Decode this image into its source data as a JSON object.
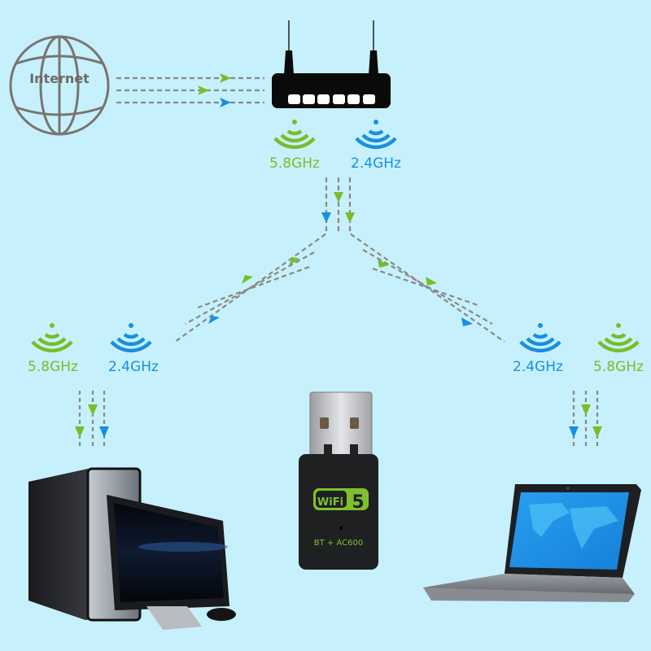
{
  "colors": {
    "background": "#c6f1fc",
    "green": "#78bd2a",
    "blue": "#1a8ee0",
    "dash": "#8c8884",
    "globe": "#7a7470",
    "router": "#0a0a0a"
  },
  "internet": {
    "label": "Internet",
    "icon": "globe-icon"
  },
  "router": {
    "icon": "router-icon",
    "port_count": 6,
    "bands": [
      {
        "label": "5.8GHz",
        "color": "green"
      },
      {
        "label": "2.4GHz",
        "color": "blue"
      }
    ]
  },
  "left_client": {
    "device": "desktop-computer",
    "bands": [
      {
        "label": "5.8GHz",
        "color": "green"
      },
      {
        "label": "2.4GHz",
        "color": "blue"
      }
    ]
  },
  "right_client": {
    "device": "laptop",
    "bands": [
      {
        "label": "2.4GHz",
        "color": "blue"
      },
      {
        "label": "5.8GHz",
        "color": "green"
      }
    ]
  },
  "adapter": {
    "badge_text": "WiFi",
    "badge_number": "5",
    "model": "BT + AC600"
  }
}
